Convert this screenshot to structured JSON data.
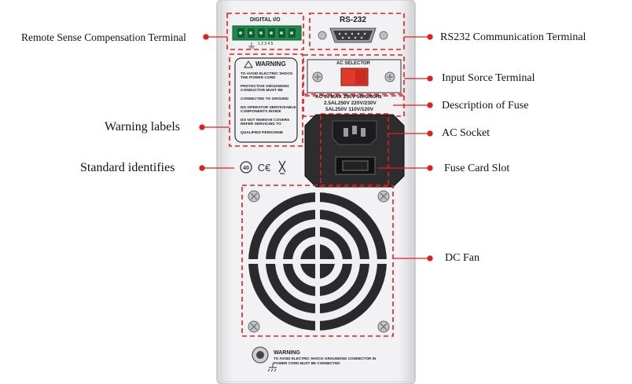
{
  "callouts": {
    "remote_sense": "Remote Sense Compensation Terminal",
    "rs232": "RS232 Communication Terminal",
    "input_source": "Input Sorce Terminal",
    "fuse_desc": "Description of Fuse",
    "ac_socket": "AC Socket",
    "warning_labels": "Warning labels",
    "standard": "Standard identifies",
    "fuse_card": "Fuse Card Slot",
    "dc_fan": "DC Fan"
  },
  "panel": {
    "digital_io": "DIGITAL I/O",
    "rs232": "RS-232",
    "warning_title": "WARNING",
    "warning_lines": [
      "TO AVOID ELECTRIC SHOCK",
      "THE POWER CORD",
      "PROTECTIVE GROUNDING",
      "CONDUCTOR MUST BE",
      "CONNECTED TO GROUND",
      "NO OPERATOR SERVICEABLE",
      "COMPONENTS INSIDE",
      "DO NOT REMOVE COVERS",
      "REFER SERVICING TO",
      "QUALIFIED PERSONNE"
    ],
    "ac_selector": "AC SELECTOR",
    "fuse_lines": [
      "AC IN  MAX 250V  50Hz/60Hz",
      "2.5AL250V  220V/230V",
      "5AL250V  110V/120V"
    ],
    "bottom_warning_title": "WARNING",
    "bottom_warning_lines": [
      "TO AVOID ELECTRIC SHOCK GROUNDING CONNECTOR IN",
      "POWER CORD MUST BE CONNECTED"
    ],
    "pin_numbers": "1  2  3  4  5"
  },
  "colors": {
    "callout_red": "#e0201c",
    "panel": "#ececee",
    "dark": "#2a2a2a",
    "switch_red": "#e03a2c"
  }
}
